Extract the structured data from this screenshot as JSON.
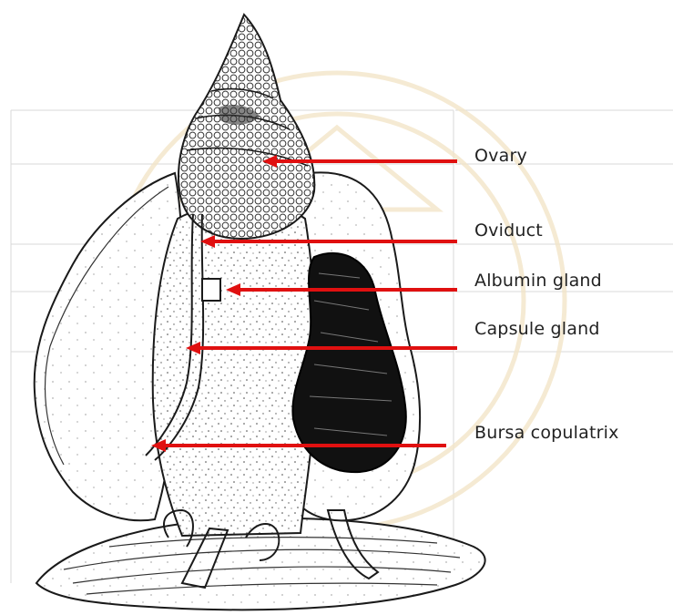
{
  "labels": [
    {
      "key": "ovary",
      "text": "Ovary"
    },
    {
      "key": "oviduct",
      "text": "Oviduct"
    },
    {
      "key": "albumin_gland",
      "text": "Albumin gland"
    },
    {
      "key": "capsule_gland",
      "text": "Capsule gland"
    },
    {
      "key": "bursa_copulatrix",
      "text": "Bursa copulatrix"
    }
  ],
  "colors": {
    "arrow": "#e01010",
    "outline": "#1a1a1a",
    "grid": "#d8d8d8",
    "watermark": "#f3e6c9"
  }
}
